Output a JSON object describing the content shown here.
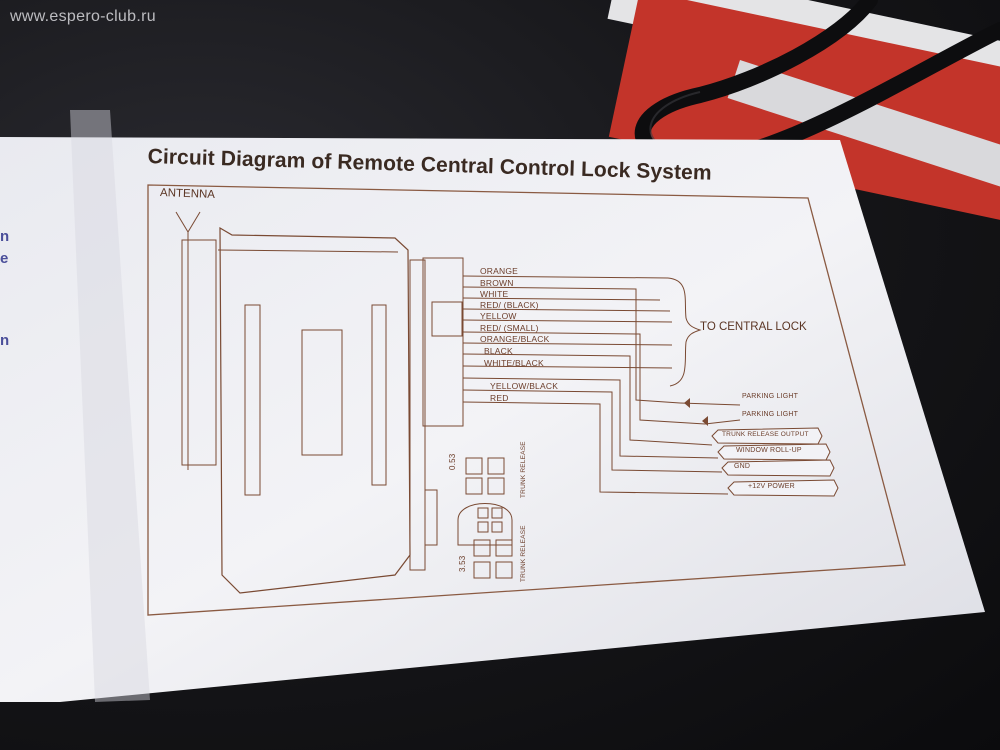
{
  "watermark": "www.espero-club.ru",
  "diagram": {
    "title": "Circuit Diagram of Remote Central Control Lock System",
    "antenna_label": "ANTENNA",
    "wire_labels": [
      "ORANGE",
      "BROWN",
      "WHITE",
      "RED/ (BLACK)",
      "YELLOW",
      "RED/ (SMALL)",
      "ORANGE/BLACK",
      "BLACK",
      "WHITE/BLACK",
      "YELLOW/BLACK",
      "RED"
    ],
    "to_central_lock": "TO CENTRAL LOCK",
    "outputs": [
      "PARKING LIGHT",
      "PARKING LIGHT",
      "TRUNK RELEASE OUTPUT",
      "WINDOW ROLL-UP",
      "GND",
      "+12V POWER"
    ],
    "fuse_labels": [
      "0.53",
      "3.53"
    ],
    "trunk_release_label": "TRUNK RELEASE",
    "edge_letters": [
      "n",
      "e",
      "n"
    ]
  },
  "colors": {
    "paper": "#eeeff3",
    "ink": "#7a4a33",
    "background_red": "#c3342a"
  }
}
